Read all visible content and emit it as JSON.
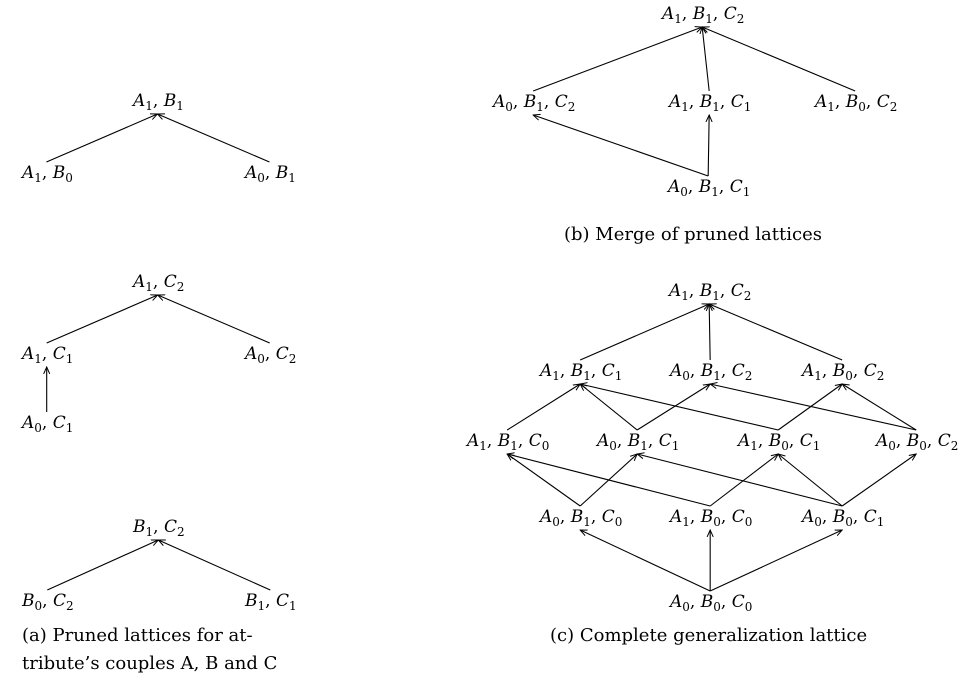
{
  "nodes": {
    "a1": {
      "parts": [
        [
          "A",
          "1"
        ],
        [
          "B",
          "1"
        ]
      ]
    },
    "a2": {
      "parts": [
        [
          "A",
          "1"
        ],
        [
          "B",
          "0"
        ]
      ]
    },
    "a3": {
      "parts": [
        [
          "A",
          "0"
        ],
        [
          "B",
          "1"
        ]
      ]
    },
    "a4": {
      "parts": [
        [
          "A",
          "1"
        ],
        [
          "C",
          "2"
        ]
      ]
    },
    "a5": {
      "parts": [
        [
          "A",
          "1"
        ],
        [
          "C",
          "1"
        ]
      ]
    },
    "a6": {
      "parts": [
        [
          "A",
          "0"
        ],
        [
          "C",
          "2"
        ]
      ]
    },
    "a7": {
      "parts": [
        [
          "A",
          "0"
        ],
        [
          "C",
          "1"
        ]
      ]
    },
    "a8": {
      "parts": [
        [
          "B",
          "1"
        ],
        [
          "C",
          "2"
        ]
      ]
    },
    "a9": {
      "parts": [
        [
          "B",
          "0"
        ],
        [
          "C",
          "2"
        ]
      ]
    },
    "a10": {
      "parts": [
        [
          "B",
          "1"
        ],
        [
          "C",
          "1"
        ]
      ]
    },
    "b1": {
      "parts": [
        [
          "A",
          "1"
        ],
        [
          "B",
          "1"
        ],
        [
          "C",
          "2"
        ]
      ]
    },
    "b2": {
      "parts": [
        [
          "A",
          "0"
        ],
        [
          "B",
          "1"
        ],
        [
          "C",
          "2"
        ]
      ]
    },
    "b3": {
      "parts": [
        [
          "A",
          "1"
        ],
        [
          "B",
          "1"
        ],
        [
          "C",
          "1"
        ]
      ]
    },
    "b4": {
      "parts": [
        [
          "A",
          "1"
        ],
        [
          "B",
          "0"
        ],
        [
          "C",
          "2"
        ]
      ]
    },
    "b5": {
      "parts": [
        [
          "A",
          "0"
        ],
        [
          "B",
          "1"
        ],
        [
          "C",
          "1"
        ]
      ]
    },
    "c1": {
      "parts": [
        [
          "A",
          "1"
        ],
        [
          "B",
          "1"
        ],
        [
          "C",
          "2"
        ]
      ]
    },
    "c2": {
      "parts": [
        [
          "A",
          "1"
        ],
        [
          "B",
          "1"
        ],
        [
          "C",
          "1"
        ]
      ]
    },
    "c3": {
      "parts": [
        [
          "A",
          "0"
        ],
        [
          "B",
          "1"
        ],
        [
          "C",
          "2"
        ]
      ]
    },
    "c4": {
      "parts": [
        [
          "A",
          "1"
        ],
        [
          "B",
          "0"
        ],
        [
          "C",
          "2"
        ]
      ]
    },
    "c5": {
      "parts": [
        [
          "A",
          "1"
        ],
        [
          "B",
          "1"
        ],
        [
          "C",
          "0"
        ]
      ]
    },
    "c6": {
      "parts": [
        [
          "A",
          "0"
        ],
        [
          "B",
          "1"
        ],
        [
          "C",
          "1"
        ]
      ]
    },
    "c7": {
      "parts": [
        [
          "A",
          "1"
        ],
        [
          "B",
          "0"
        ],
        [
          "C",
          "1"
        ]
      ]
    },
    "c8": {
      "parts": [
        [
          "A",
          "0"
        ],
        [
          "B",
          "0"
        ],
        [
          "C",
          "2"
        ]
      ]
    },
    "c9": {
      "parts": [
        [
          "A",
          "0"
        ],
        [
          "B",
          "1"
        ],
        [
          "C",
          "0"
        ]
      ]
    },
    "c10": {
      "parts": [
        [
          "A",
          "1"
        ],
        [
          "B",
          "0"
        ],
        [
          "C",
          "0"
        ]
      ]
    },
    "c11": {
      "parts": [
        [
          "A",
          "0"
        ],
        [
          "B",
          "0"
        ],
        [
          "C",
          "1"
        ]
      ]
    },
    "c12": {
      "parts": [
        [
          "A",
          "0"
        ],
        [
          "B",
          "0"
        ],
        [
          "C",
          "0"
        ]
      ]
    }
  },
  "edges": [
    [
      "a2",
      "a1"
    ],
    [
      "a3",
      "a1"
    ],
    [
      "a5",
      "a4"
    ],
    [
      "a6",
      "a4"
    ],
    [
      "a7",
      "a5"
    ],
    [
      "a9",
      "a8"
    ],
    [
      "a10",
      "a8"
    ],
    [
      "b2",
      "b1"
    ],
    [
      "b3",
      "b1"
    ],
    [
      "b4",
      "b1"
    ],
    [
      "b5",
      "b2"
    ],
    [
      "b5",
      "b3"
    ],
    [
      "c2",
      "c1"
    ],
    [
      "c3",
      "c1"
    ],
    [
      "c4",
      "c1"
    ],
    [
      "c5",
      "c2"
    ],
    [
      "c6",
      "c2"
    ],
    [
      "c6",
      "c3"
    ],
    [
      "c7",
      "c2"
    ],
    [
      "c7",
      "c4"
    ],
    [
      "c8",
      "c3"
    ],
    [
      "c8",
      "c4"
    ],
    [
      "c9",
      "c5"
    ],
    [
      "c9",
      "c6"
    ],
    [
      "c10",
      "c5"
    ],
    [
      "c10",
      "c7"
    ],
    [
      "c11",
      "c6"
    ],
    [
      "c11",
      "c7"
    ],
    [
      "c11",
      "c8"
    ],
    [
      "c12",
      "c9"
    ],
    [
      "c12",
      "c10"
    ],
    [
      "c12",
      "c11"
    ]
  ],
  "captions": {
    "a": [
      "(a)  Pruned lattices for at-",
      "tribute’s couples A, B and C"
    ],
    "b": "(b) Merge of pruned lattices",
    "c": "(c) Complete generalization lattice"
  }
}
